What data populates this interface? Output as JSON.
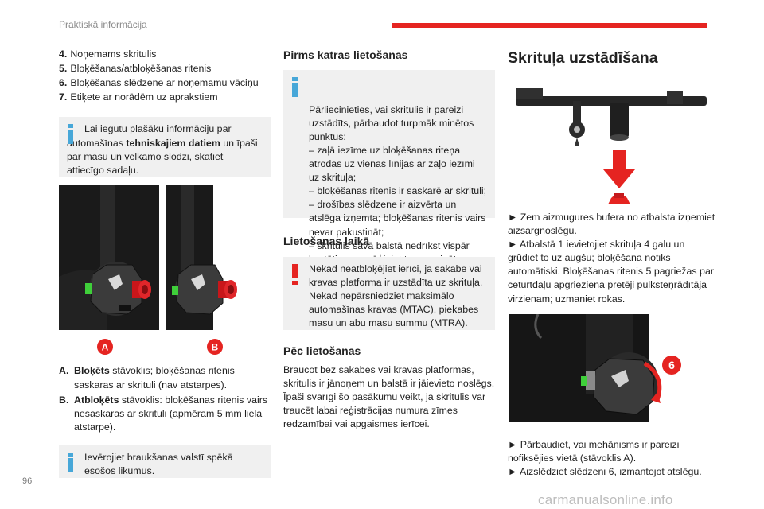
{
  "header": {
    "section": "Praktiskā informācija",
    "accent_color": "#e52421"
  },
  "page_number": "96",
  "watermark": "carmanualsonline.info",
  "col1": {
    "items": [
      {
        "num": "4.",
        "text": "Noņemams skritulis"
      },
      {
        "num": "5.",
        "text": "Bloķēšanas/atbloķēšanas ritenis"
      },
      {
        "num": "6.",
        "text": "Bloķēšanas slēdzene ar noņemamu vāciņu"
      },
      {
        "num": "7.",
        "text": "Etiķete ar norādēm uz aprakstiem"
      }
    ],
    "note1": {
      "pre": "Lai iegūtu plašāku informāciju par automašīnas ",
      "bold": "tehniskajiem datiem",
      "post": " un īpaši par masu un velkamo slodzi, skatiet attiecīgo sadaļu."
    },
    "photo_badges": [
      "A",
      "B"
    ],
    "defs": [
      {
        "label": "A.",
        "bold": "Bloķēts",
        "text": " stāvoklis; bloķēšanas ritenis saskaras ar skrituli (nav atstarpes)."
      },
      {
        "label": "B.",
        "bold": "Atbloķēts",
        "text": " stāvoklis: bloķēšanas ritenis vairs nesaskaras ar skrituli (apmēram 5 mm liela atstarpe)."
      }
    ],
    "note2": "Ievērojiet braukšanas valstī spēkā esošos likumus."
  },
  "col2": {
    "before_title": "Pirms katras lietošanas",
    "before_note": "Pārliecinieties, vai skritulis ir pareizi uzstādīts, pārbaudot turpmāk minētos punktus:\n– zaļā iezīme uz bloķēšanas riteņa atrodas uz vienas līnijas ar zaļo iezīmi uz skrituļa;\n– bloķēšanas ritenis ir saskarē ar skrituli;\n– drošības slēdzene ir aizvērta un atslēga izņemta; bloķēšanas ritenis vairs nevar pakustināt;\n– skritulis savā balstā nedrīkst vispār kustēties; pamēģiniet to papurināt ar roku.",
    "during_title": "Lietošanas laikā",
    "during_note": "Nekad neatbloķējiet ierīci, ja sakabe vai kravas platforma ir uzstādīta uz skrituļa. Nekad nepārsniedziet maksimālo automašīnas kravas (MTAC), piekabes masu un abu masu summu (MTRA).",
    "after_title": "Pēc lietošanas",
    "after_text": "Braucot bez sakabes vai kravas platformas, skritulis ir jānoņem un balstā ir jāievieto noslēgs. Īpaši svarīgi šo pasākumu veikt, ja skritulis var traucēt labai reģistrācijas numura zīmes redzamībai vai apgaismes ierīcei."
  },
  "col3": {
    "title": "Skrituļa uzstādīšana",
    "para1": "► Zem aizmugures bufera no atbalsta izņemiet aizsargnoslēgu.\n► Atbalstā 1 ievietojiet skrituļa 4 galu un grūdiet to uz augšu; bloķēšana notiks automātiski. Bloķēšanas ritenis 5 pagriežas par ceturtdaļu apgrieziena pretēji pulksteņrādītāja virzienam; uzmaniet rokas.",
    "photo2_badge": "6",
    "para2": "► Pārbaudiet, vai mehānisms ir pareizi nofiksējies vietā (stāvoklis A).\n► Aizslēdziet slēdzeni 6, izmantojot atslēgu."
  }
}
